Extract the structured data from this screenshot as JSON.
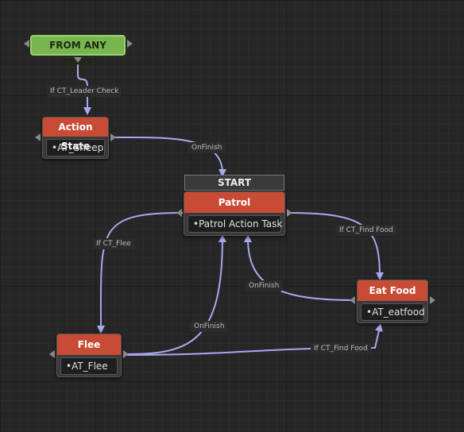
{
  "colors": {
    "state_header": "#c84b35",
    "any_state": "#78b550",
    "edge": "#a8a8f0",
    "background": "#262626"
  },
  "any_state": {
    "label": "FROM ANY STATE"
  },
  "start_tag": "START",
  "nodes": {
    "action_state": {
      "title": "Action State",
      "task": "•AT_Sheep"
    },
    "patrol": {
      "title": "Patrol",
      "task": "•Patrol Action Task"
    },
    "eat_food": {
      "title": "Eat Food",
      "task": "•AT_eatfood"
    },
    "flee": {
      "title": "Flee",
      "task": "•AT_Flee"
    }
  },
  "edges": {
    "any_to_action": "If CT_Leader Check",
    "action_to_patrol": "OnFinish",
    "patrol_to_flee": "If CT_Flee",
    "patrol_to_eatfood": "If CT_Find Food",
    "eatfood_to_patrol": "OnFinish",
    "flee_to_patrol": "OnFinish",
    "flee_to_eatfood": "If CT_Find Food"
  }
}
